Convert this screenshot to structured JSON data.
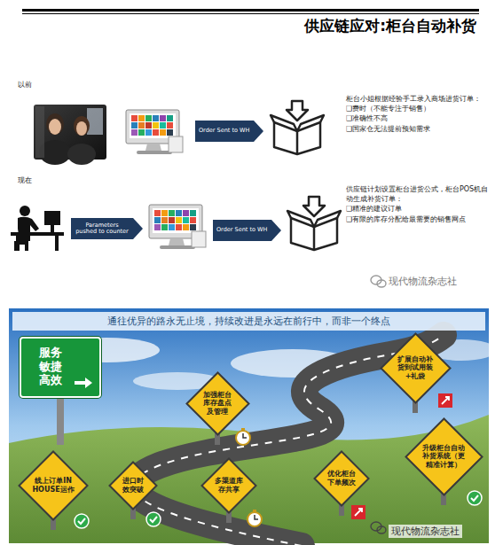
{
  "diagram": {
    "title": "供应链应对:柜台自动补货",
    "nodes": [
      {
        "text": [
          "Order Sent to WH"
        ]
      },
      {
        "text": [
          "Parameters pushed to counter"
        ]
      },
      {
        "text": [
          "Order Sent to WH"
        ]
      },
      {
        "text": [
          "通往优异的路永无止境，持续改进是永远在前行中，而非一个终点"
        ]
      },
      {
        "text": [
          "服务 敏捷 高效"
        ]
      },
      {
        "text": [
          "线上订单IN HOUSE运作"
        ]
      },
      {
        "text": [
          "进口时效突破"
        ]
      },
      {
        "text": [
          "多渠道库存共享"
        ]
      },
      {
        "text": [
          "加强柜台库存盘点及管理"
        ]
      },
      {
        "text": [
          "优化柜台下单频次"
        ]
      },
      {
        "text": [
          "升级柜台自动补货系统（更精准计算）"
        ]
      },
      {
        "text": [
          "扩展自动补货到试用装+礼袋"
        ]
      }
    ],
    "labels": [
      "以前",
      "柜台小姐根据经验手工录入商场进货订单：",
      "❑费时（不能专注于销售）",
      "❑准确性不高",
      "❑国家仓无法提前预知需求",
      "现在",
      "供应链计划设置柜台进货公式，柜台POS机自动生成补货订单：",
      "❑精准的建议订单",
      "❑有限的库存分配给最需要的销售网点",
      "现代物流杂志社",
      "现代物流杂志社"
    ]
  }
}
